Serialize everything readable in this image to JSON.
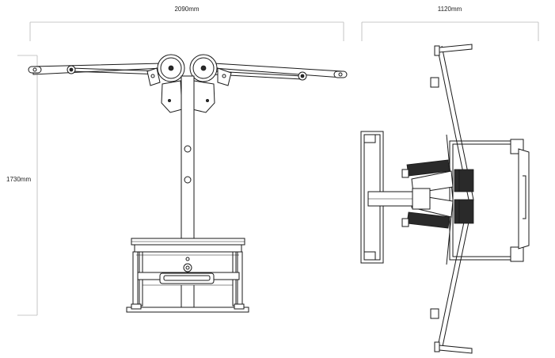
{
  "dimensions": {
    "front_width": "2090mm",
    "side_width": "1120mm",
    "height": "1730mm"
  }
}
